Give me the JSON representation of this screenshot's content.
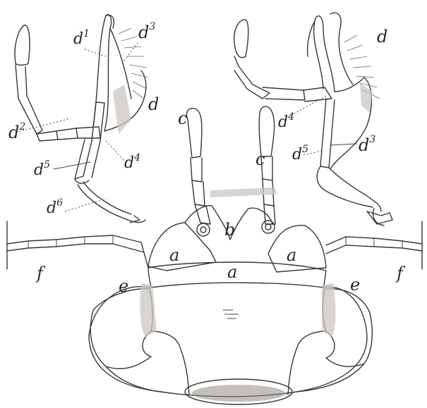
{
  "labels": {
    "d1": {
      "base": "d",
      "sup": "1"
    },
    "d3_left": {
      "base": "d",
      "sup": "3"
    },
    "d_left": "d",
    "d2": {
      "base": "d",
      "sup": "2"
    },
    "d4_left": {
      "base": "d",
      "sup": "4"
    },
    "d5_left": {
      "base": "d",
      "sup": "5"
    },
    "d6": {
      "base": "d",
      "sup": "6"
    },
    "d_right": "d",
    "d4_right": {
      "base": "d",
      "sup": "4"
    },
    "d5_right": {
      "base": "d",
      "sup": "5"
    },
    "d3_right": {
      "base": "d",
      "sup": "3"
    },
    "c_left_antenna": "c",
    "c_right_antenna": "c",
    "b": "b",
    "a_left": "a",
    "a_center": "a",
    "a_right": "a",
    "e_left": "e",
    "e_right": "e",
    "f_left": "f",
    "f_right": "f"
  },
  "colors": {
    "ink": "#3a3530",
    "shade": "#c9c6c2",
    "background": "#ffffff"
  }
}
